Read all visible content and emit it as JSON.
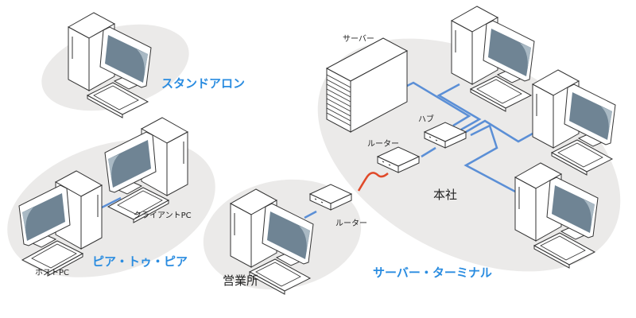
{
  "colors": {
    "ellipse": "#ebeae9",
    "lan_cable": "#5b8fd6",
    "wan_cable": "#e04a2a",
    "screen": "#6f8494",
    "screen_highlight": "#a9b9c4",
    "title": "#2a8ce0",
    "outline": "#333333"
  },
  "standalone": {
    "title": "スタンドアロン"
  },
  "peer_to_peer": {
    "title": "ピア・トゥ・ピア",
    "host_label": "ホストPC",
    "client_label": "クライアントPC"
  },
  "server_terminal": {
    "title": "サーバー・ターミナル",
    "branch": {
      "label": "営業所",
      "router_label": "ルーター"
    },
    "headquarters": {
      "label": "本社",
      "server_label": "サーバー",
      "hub_label": "ハブ",
      "router_label": "ルーター"
    }
  }
}
